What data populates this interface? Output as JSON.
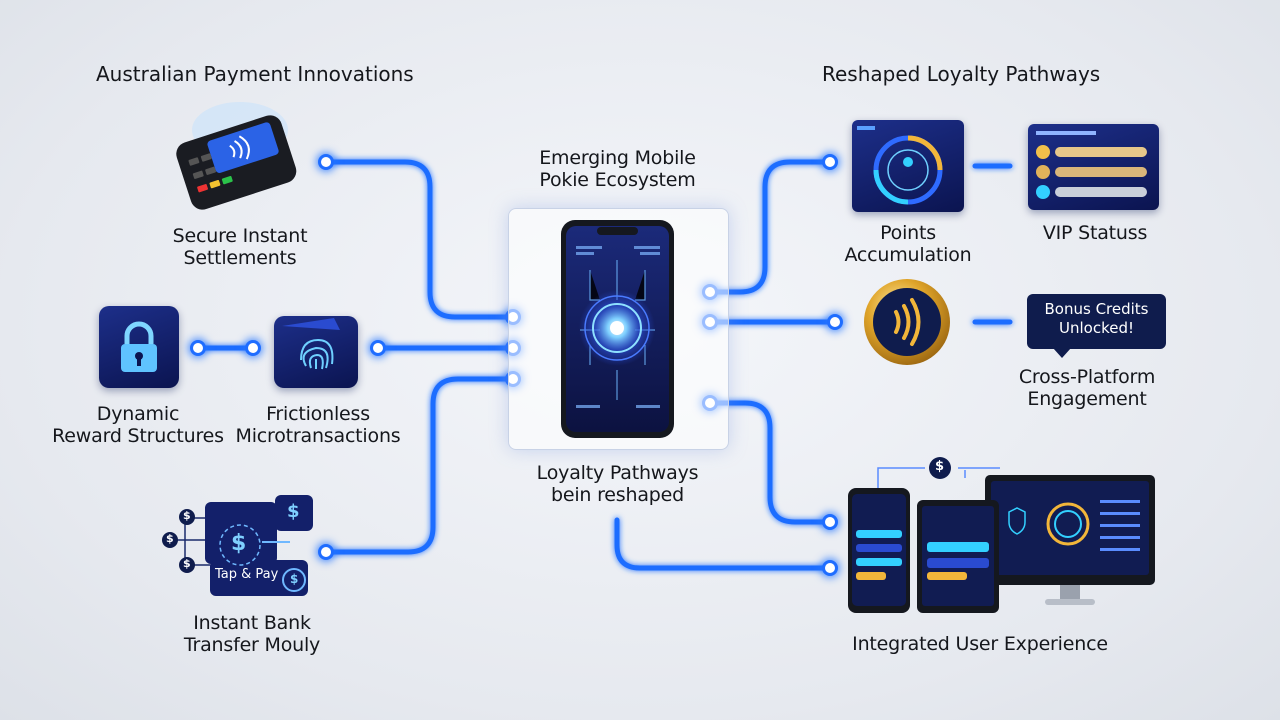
{
  "headers": {
    "left": "Australian Payment Innovations",
    "right": "Reshaped Loyalty Pathways"
  },
  "center": {
    "title_line1": "Emerging Mobile",
    "title_line2": "Pokie Ecosystem",
    "caption_line1": "Loyalty Pathways",
    "caption_line2": "bein reshaped"
  },
  "left_items": {
    "secure_line1": "Secure Instant",
    "secure_line2": "Settlements",
    "dynamic_line1": "Dynamic",
    "dynamic_line2": "Reward Structures",
    "frictionless_line1": "Frictionless",
    "frictionless_line2": "Microtransactions",
    "bank_line1": "Instant Bank",
    "bank_line2": "Transfer Mouly",
    "tap_pay": "Tap & Pay",
    "dollar": "$"
  },
  "right_items": {
    "points_line1": "Points",
    "points_line2": "Accumulation",
    "vip": "VIP Statuss",
    "bonus_line1": "Bonus Credits",
    "bonus_line2": "Unlocked!",
    "cross_line1": "Cross-Platform",
    "cross_line2": "Engagement",
    "integrated": "Integrated User Experience",
    "dollar": "$"
  },
  "colors": {
    "line": "#1f6dff",
    "glow": "#4aa3ff",
    "navy": "#0f1c4d",
    "gold": "#e0a52a"
  }
}
